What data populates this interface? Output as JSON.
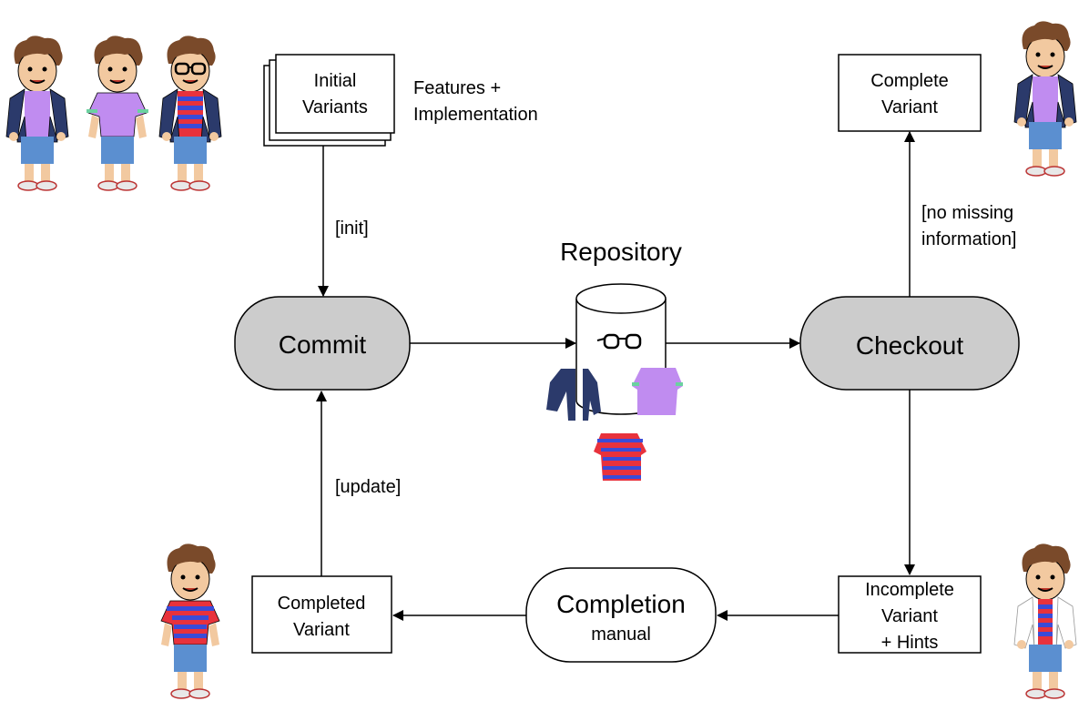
{
  "diagram": {
    "nodes": {
      "initial_variants": {
        "line1": "Initial",
        "line2": "Variants"
      },
      "commit": {
        "label": "Commit"
      },
      "repository": {
        "label": "Repository"
      },
      "checkout": {
        "label": "Checkout"
      },
      "complete_variant": {
        "line1": "Complete",
        "line2": "Variant"
      },
      "incomplete_variant": {
        "line1": "Incomplete",
        "line2": "Variant",
        "line3": "+ Hints"
      },
      "completion": {
        "label": "Completion",
        "sublabel": "manual"
      },
      "completed_variant": {
        "line1": "Completed",
        "line2": "Variant"
      }
    },
    "annotations": {
      "features_line1": "Features +",
      "features_line2": "Implementation",
      "init": "[init]",
      "update": "[update]",
      "no_missing_line1": "[no missing",
      "no_missing_line2": "information]"
    },
    "colors": {
      "process_fill": "#cccccc",
      "outline": "#000000",
      "jacket": "#2b3a6b",
      "purple_shirt": "#c08cf0",
      "stripe_red": "#e8323c",
      "stripe_blue": "#3a4bd8",
      "pants": "#5b8fd0",
      "skin": "#f2c9a0",
      "hair": "#7a4a2a"
    },
    "icons": [
      "boy-character-icon",
      "glasses-icon",
      "jacket-icon",
      "purple-shirt-icon",
      "striped-shirt-icon"
    ]
  }
}
